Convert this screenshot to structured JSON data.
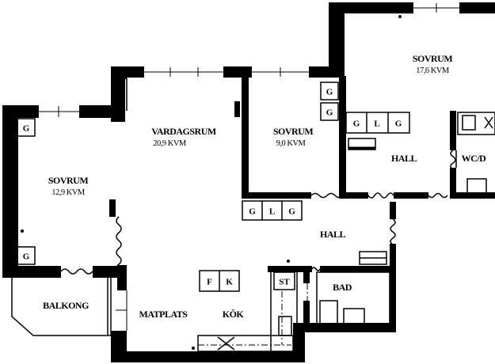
{
  "rooms": {
    "sovrum_left": {
      "name": "SOVRUM",
      "area": "12,9 KVM"
    },
    "vardagsrum": {
      "name": "VARDAGSRUM",
      "area": "20,9 KVM"
    },
    "sovrum_mid": {
      "name": "SOVRUM",
      "area": "9,0 KVM"
    },
    "sovrum_right": {
      "name": "SOVRUM",
      "area": "17,6 KVM"
    },
    "hall_upper": {
      "name": "HALL"
    },
    "hall_lower": {
      "name": "HALL"
    },
    "wc": {
      "name": "WC/D"
    },
    "bad": {
      "name": "BAD"
    },
    "balkong": {
      "name": "BALKONG"
    },
    "matplats": {
      "name": "MATPLATS"
    },
    "kok": {
      "name": "KÖK"
    }
  },
  "fixtures": {
    "g": "G",
    "l": "L",
    "f": "F",
    "k": "K",
    "st": "ST"
  }
}
